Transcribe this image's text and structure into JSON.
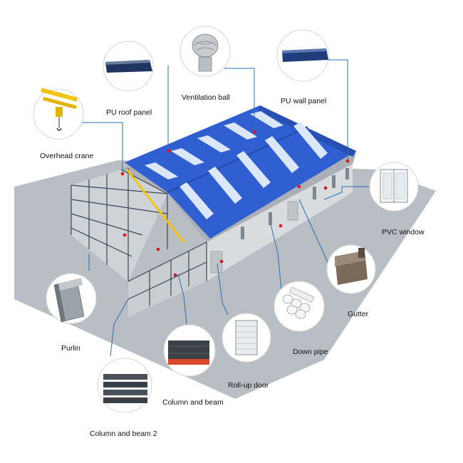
{
  "colors": {
    "roof_blue": "#2f5fd0",
    "roof_stripe": "#dbe7ff",
    "wall_grey": "#c9ced3",
    "ground": "#b9bec4",
    "leader_line": "#2a6fb0",
    "marker_red": "#e0141e",
    "crane_yellow": "#f3c40f"
  },
  "components": [
    {
      "id": "overhead-crane",
      "label": "Overhead crane",
      "icon": "overhead-crane-icon"
    },
    {
      "id": "pu-roof-panel",
      "label": "PU roof panel",
      "icon": "roof-panel-icon"
    },
    {
      "id": "ventilation-ball",
      "label": "Ventilation ball",
      "icon": "ventilator-icon"
    },
    {
      "id": "pu-wall-panel",
      "label": "PU wall panel",
      "icon": "wall-panel-icon"
    },
    {
      "id": "pvc-window",
      "label": "PVC window",
      "icon": "window-icon"
    },
    {
      "id": "gutter",
      "label": "Gutter",
      "icon": "gutter-icon"
    },
    {
      "id": "down-pipe",
      "label": "Down pipe",
      "icon": "pipe-icon"
    },
    {
      "id": "roll-up-door",
      "label": "Roll-up door",
      "icon": "rollup-door-icon"
    },
    {
      "id": "column-and-beam",
      "label": "Column and beam",
      "icon": "steel-beam-icon"
    },
    {
      "id": "column-and-beam-2",
      "label": "Column and beam 2",
      "icon": "steel-beam-stack-icon"
    },
    {
      "id": "purlin",
      "label": "Purlin",
      "icon": "purlin-icon"
    }
  ]
}
